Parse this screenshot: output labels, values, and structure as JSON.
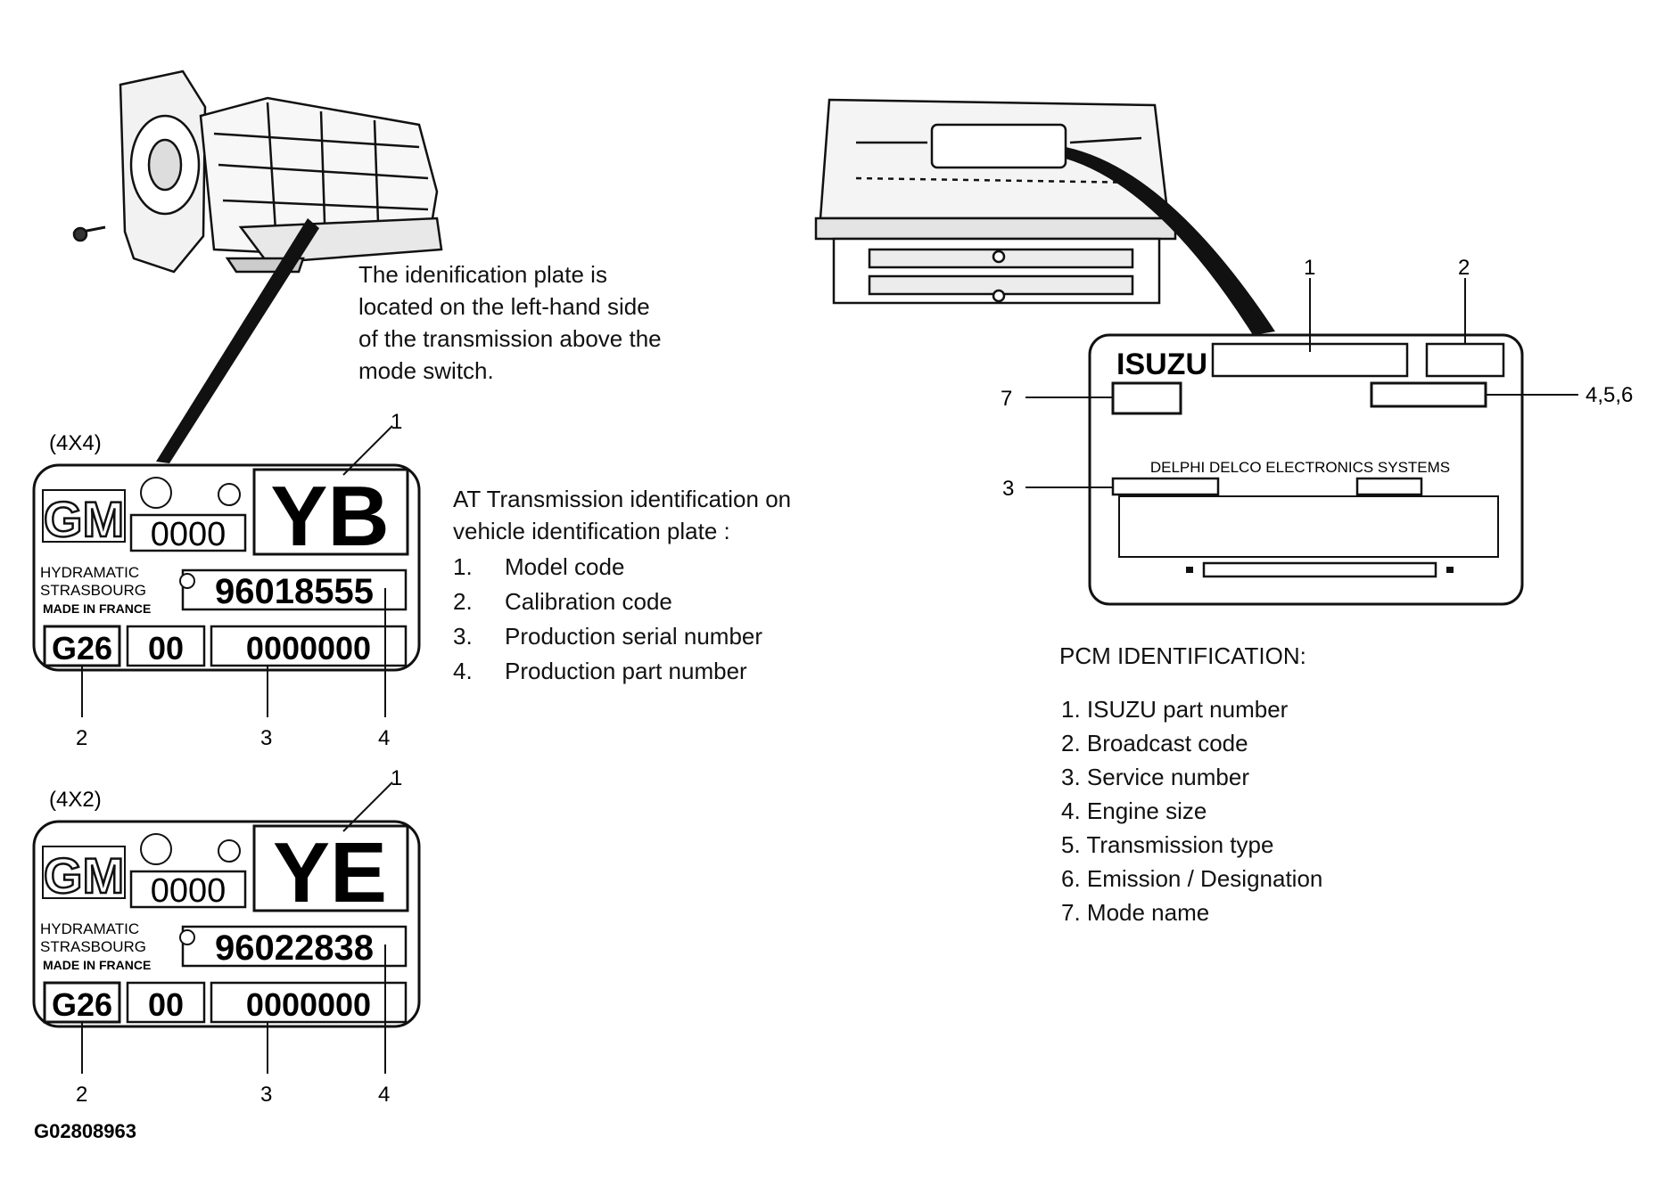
{
  "transmission_note": [
    "The idenification plate is",
    "located on the left-hand side",
    "of the transmission above the",
    "mode switch."
  ],
  "plates": [
    {
      "variant": "(4X4)",
      "model_code": "YB",
      "counter": "0000",
      "part_number": "96018555",
      "type": "G26",
      "calibration": "00",
      "serial": "0000000",
      "maker_lines": [
        "HYDRAMATIC",
        "STRASBOURG",
        "MADE IN FRANCE"
      ],
      "callouts": {
        "top": "1",
        "bottom": [
          "2",
          "3",
          "4"
        ]
      }
    },
    {
      "variant": "(4X2)",
      "model_code": "YE",
      "counter": "0000",
      "part_number": "96022838",
      "type": "G26",
      "calibration": "00",
      "serial": "0000000",
      "maker_lines": [
        "HYDRAMATIC",
        "STRASBOURG",
        "MADE IN FRANCE"
      ],
      "callouts": {
        "top": "1",
        "bottom": [
          "2",
          "3",
          "4"
        ]
      }
    }
  ],
  "logo_text": "GM",
  "at_ident": {
    "heading": [
      "AT Transmission identification on",
      "vehicle identification plate :"
    ],
    "items": [
      {
        "num": "1.",
        "label": "Model code"
      },
      {
        "num": "2.",
        "label": "Calibration code"
      },
      {
        "num": "3.",
        "label": "Production serial number"
      },
      {
        "num": "4.",
        "label": "Production part number"
      }
    ]
  },
  "pcm_label": {
    "brand": "ISUZU",
    "maker": "DELPHI DELCO ELECTRONICS SYSTEMS",
    "callouts": {
      "c1": "1",
      "c2": "2",
      "c3": "3",
      "c7": "7",
      "c456": "4,5,6"
    }
  },
  "pcm_ident": {
    "heading": "PCM IDENTIFICATION:",
    "items": [
      "1. ISUZU part number",
      "2. Broadcast code",
      "3. Service number",
      "4. Engine size",
      "5. Transmission type",
      "6. Emission / Designation",
      "7. Mode name"
    ]
  },
  "figure_id": "G02808963"
}
